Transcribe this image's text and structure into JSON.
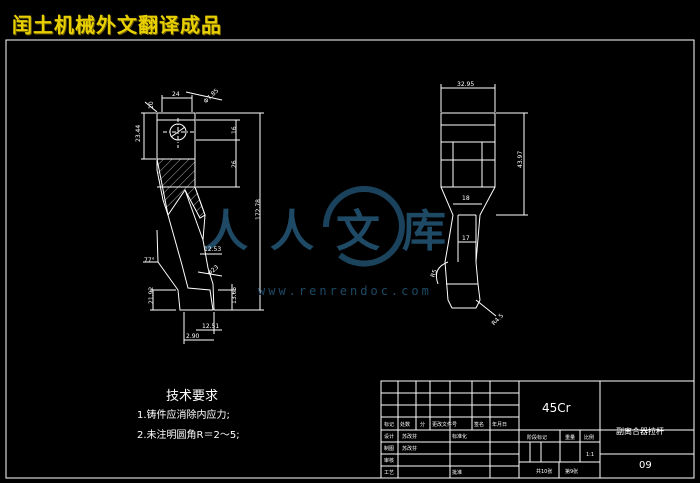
{
  "site_title": "闰土机械外文翻译成品",
  "watermark": {
    "site": "www.renrendoc.com",
    "cn": "人人文库"
  },
  "tech_requirements": {
    "heading": "技术要求",
    "items": [
      "1.铸件应消除内应力;",
      "2.未注明圆角R＝2～5;"
    ]
  },
  "dimensions": {
    "left_view": [
      "24",
      "Φ7.85",
      "10",
      "23.44",
      "16",
      "26",
      "172.78",
      "12.53",
      "77°",
      "Φ23",
      "21.92",
      "13.65",
      "12.51",
      "2.90"
    ],
    "right_view": [
      "32.95",
      "43.97",
      "18",
      "17",
      "R5",
      "R4.5"
    ]
  },
  "title_block": {
    "material": "45Cr",
    "part_name": "副离合器拉杆",
    "drawing_no": "09",
    "cells": {
      "mark": "标记",
      "count": "处数",
      "zone": "分",
      "change_doc_no": "更改文件号",
      "signature": "签名",
      "date": "年月日",
      "design": "设计",
      "designer_name": "苏改芬",
      "standardize": "标准化",
      "draw": "制图",
      "draw_name": "苏改芬",
      "check": "审核",
      "process": "工艺",
      "approve": "批准",
      "stage_mark": "阶段标记",
      "weight": "重量",
      "scale": "比例",
      "scale_value": "1:1",
      "sheets": "共10张",
      "sheet_no": "第9张"
    }
  },
  "colors": {
    "background": "#000000",
    "lines": "#ffffff",
    "title": "#e8d000",
    "watermark": "#1e4a66"
  }
}
